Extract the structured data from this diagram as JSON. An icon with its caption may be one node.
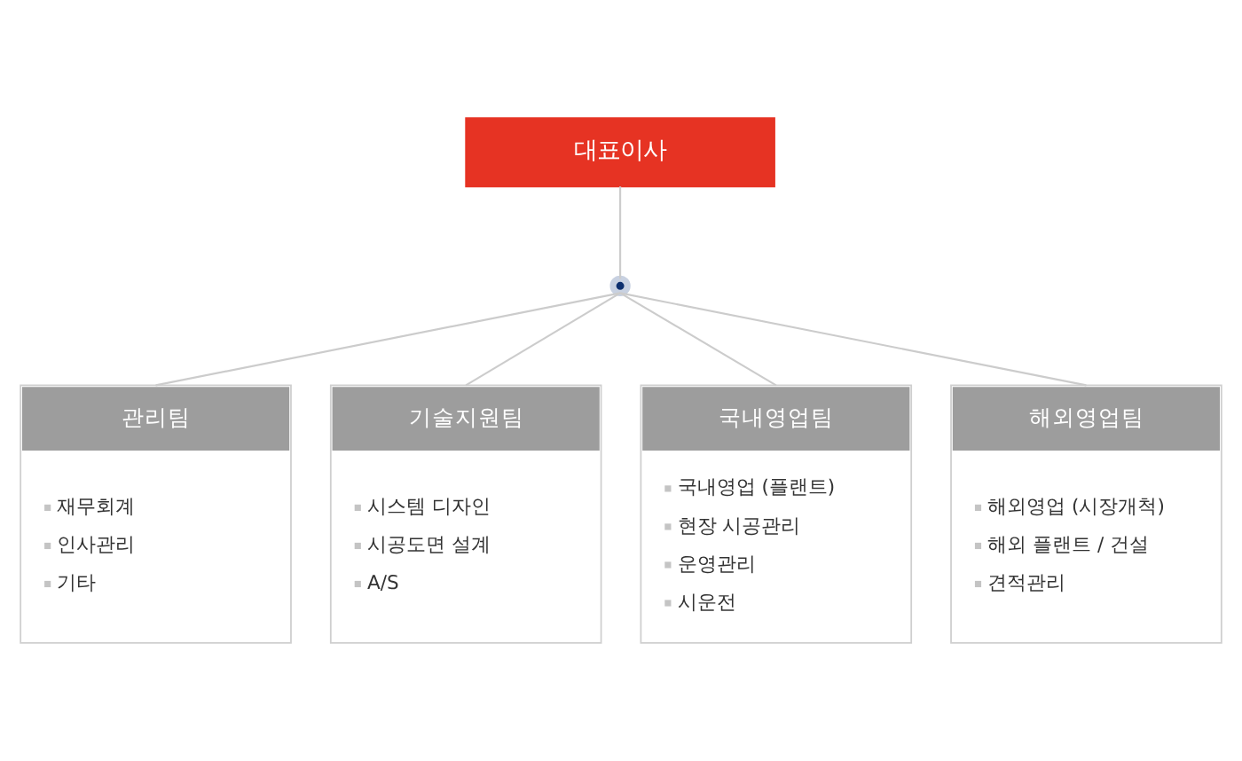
{
  "diagram": {
    "nodes": [
      {
        "text": [
          "대표이사"
        ]
      },
      {
        "text": [],
        "shape": "circle"
      },
      {
        "text": [
          "관리팀",
          "재무회계",
          "인사관리",
          "기타"
        ]
      },
      {
        "text": [
          "기술지원팀",
          "시스템 디자인",
          "시공도면 설계",
          "A/S"
        ]
      },
      {
        "text": [
          "국내영업팀",
          "국내영업 (플랜트)",
          "현장 시공관리",
          "운영관리",
          "시운전"
        ]
      },
      {
        "text": [
          "해외영업팀",
          "해외영업 (시장개척)",
          "해외 플랜트 / 건설",
          "견적관리"
        ]
      }
    ],
    "edges": [
      {
        "from": 0,
        "to": 1,
        "arrow": "none"
      },
      {
        "from": 1,
        "to": 2,
        "arrow": "none"
      },
      {
        "from": 1,
        "to": 3,
        "arrow": "none"
      },
      {
        "from": 1,
        "to": 4,
        "arrow": "none"
      },
      {
        "from": 1,
        "to": 5,
        "arrow": "none"
      }
    ]
  }
}
